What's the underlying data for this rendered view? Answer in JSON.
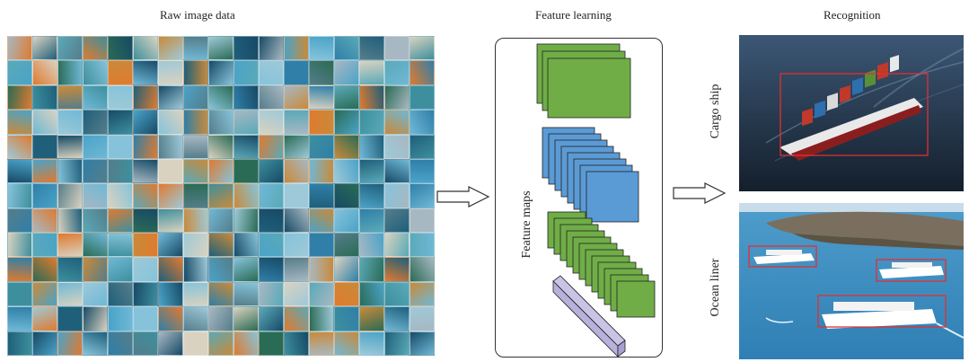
{
  "headings": {
    "raw": "Raw image data",
    "feature": "Feature learning",
    "recognition": "Recognition"
  },
  "panel_label": "Feature maps",
  "classes": {
    "top": "Cargo ship",
    "bottom": "Ocean liner"
  },
  "colors": {
    "green_map": "#70ad47",
    "blue_map": "#5b9bd5",
    "vector": "#c9c3e6",
    "detection_box": "#e03030",
    "sea_dark": "#1d2f44",
    "sea_light": "#3a8fc0"
  }
}
